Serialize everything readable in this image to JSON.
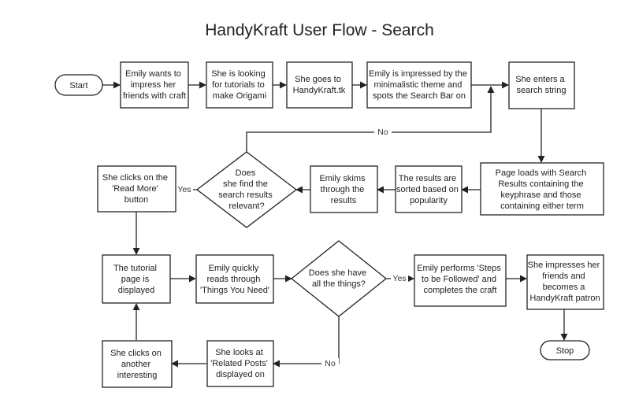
{
  "title": "HandyKraft User Flow - Search",
  "nodes": {
    "start": "Start",
    "impress": [
      "Emily wants to",
      "impress her",
      "friends with craft"
    ],
    "looking": [
      "She is looking",
      "for tutorials to",
      "make Origami"
    ],
    "goes": [
      "She goes to",
      "HandyKraft.tk"
    ],
    "impressed": [
      "Emily is impressed by the",
      "minimalistic theme and",
      "spots the Search Bar on"
    ],
    "enters": [
      "She enters a",
      "search string"
    ],
    "page_loads": [
      "Page loads with Search",
      "Results containing the",
      "keyphrase and those",
      "containing either term"
    ],
    "sorted": [
      "The results are",
      "sorted based on",
      "popularity"
    ],
    "skims": [
      "Emily skims",
      "through the",
      "results"
    ],
    "relevant": [
      "Does",
      "she find the",
      "search results",
      "relevant?"
    ],
    "read_more": [
      "She clicks on the",
      "'Read More'",
      "button"
    ],
    "tutorial": [
      "The tutorial",
      "page is",
      "displayed"
    ],
    "reads": [
      "Emily quickly",
      "reads through",
      "'Things You Need'"
    ],
    "have_things": [
      "Does she have",
      "all the things?"
    ],
    "performs": [
      "Emily performs 'Steps",
      "to be Followed' and",
      "completes the craft"
    ],
    "patron": [
      "She impresses her",
      "friends and",
      "becomes a",
      "HandyKraft patron"
    ],
    "stop": "Stop",
    "related": [
      "She looks at",
      "'Related Posts'",
      "displayed on"
    ],
    "another": [
      "She clicks on",
      "another",
      "interesting"
    ]
  },
  "edge_labels": {
    "relevant_no": "No",
    "relevant_yes": "Yes",
    "things_yes": "Yes",
    "things_no": "No"
  }
}
